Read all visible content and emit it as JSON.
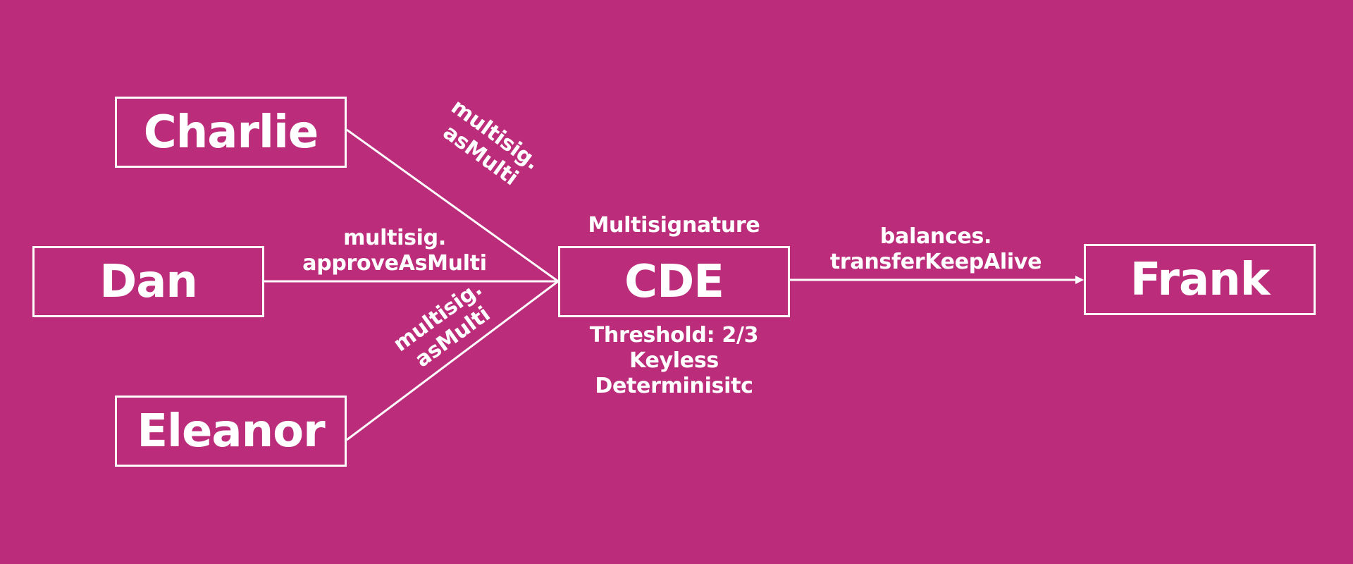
{
  "nodes": {
    "charlie": "Charlie",
    "dan": "Dan",
    "eleanor": "Eleanor",
    "cde": "CDE",
    "frank": "Frank"
  },
  "edges": {
    "charlie_to_cde": [
      "multisig.",
      "asMulti"
    ],
    "dan_to_cde": [
      "multisig.",
      "approveAsMulti"
    ],
    "eleanor_to_cde": [
      "multisig.",
      "asMulti"
    ],
    "cde_to_frank": [
      "balances.",
      "transferKeepAlive"
    ]
  },
  "cde_details": {
    "title": "Multisignature",
    "notes": [
      "Threshold: 2/3",
      "Keyless",
      "Determinisitc"
    ]
  },
  "colors": {
    "background": "#BB2D7A",
    "foreground": "#FFFFFF"
  }
}
